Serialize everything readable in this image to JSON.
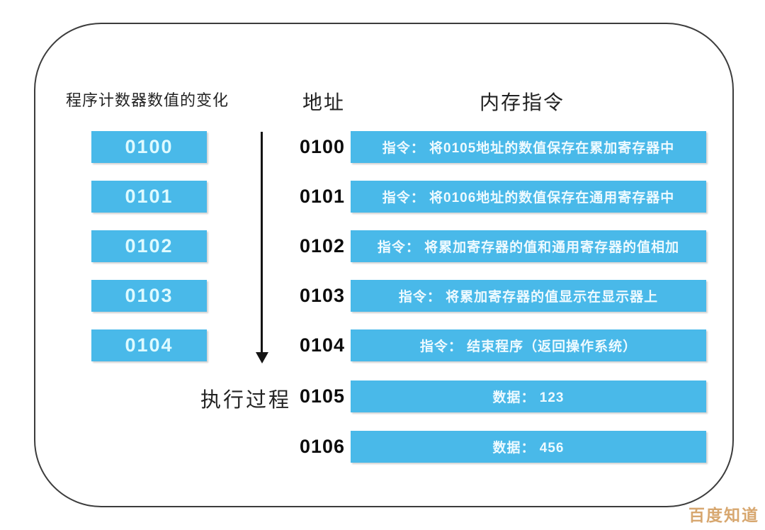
{
  "page": {
    "watermark": "百度知道",
    "colors": {
      "box_blue": "#49b9e9",
      "box_text": "#eefaff",
      "frame_border": "#3c3c3c",
      "watermark": "#d7a76f"
    }
  },
  "left_panel": {
    "title": "程序计数器数值的变化",
    "pc_values": [
      "0100",
      "0101",
      "0102",
      "0103",
      "0104"
    ],
    "arrow_icon": "arrow-down",
    "arrow_label": "执行过程"
  },
  "memory_table": {
    "address_header": "地址",
    "instruction_header": "内存指令",
    "rows": [
      {
        "address": "0100",
        "content": "指令： 将0105地址的数值保存在累加寄存器中"
      },
      {
        "address": "0101",
        "content": "指令： 将0106地址的数值保存在通用寄存器中"
      },
      {
        "address": "0102",
        "content": "指令： 将累加寄存器的值和通用寄存器的值相加"
      },
      {
        "address": "0103",
        "content": "指令： 将累加寄存器的值显示在显示器上"
      },
      {
        "address": "0104",
        "content": "指令： 结束程序（返回操作系统）"
      },
      {
        "address": "0105",
        "content": "数据： 123"
      },
      {
        "address": "0106",
        "content": "数据： 456"
      }
    ]
  }
}
